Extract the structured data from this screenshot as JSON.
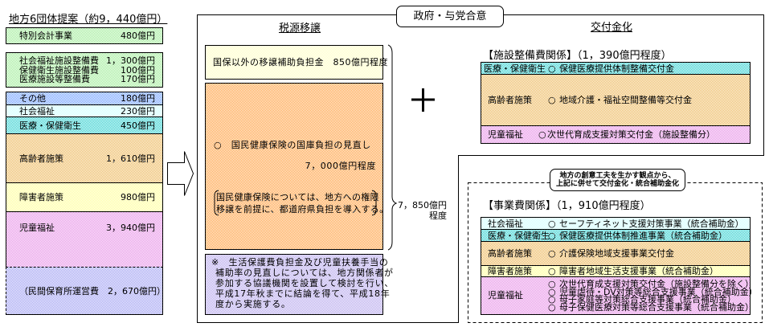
{
  "category_colors": {
    "special_account": "#99eb91",
    "other": "#6699ff",
    "social_welfare": "#ccffff",
    "medical_health": "#22cccc",
    "elderly": "#ebb351",
    "disabled": "#ffff91",
    "child_welfare": "#e589e5",
    "nursery": "#9999f1",
    "nhi_review": "#ff9933",
    "other_subsidies": "#ffffc1",
    "note": "#b1a1eb"
  },
  "left_panel": {
    "title": "地方6団体提案（約9，440億円）",
    "special_account": {
      "label": "特別会計事業",
      "value": "480億円"
    },
    "facility_costs": [
      {
        "label": "社会福祉施設整備費",
        "value": "1，300億円"
      },
      {
        "label": "保健衛生施設整備費",
        "value": "100億円"
      },
      {
        "label": "医療施設等整備費",
        "value": "170億円"
      }
    ],
    "categories": [
      {
        "label": "その他",
        "value": "180億円"
      },
      {
        "label": "社会福祉",
        "value": "230億円"
      },
      {
        "label": "医療・保健衛生",
        "value": "450億円"
      },
      {
        "label": "高齢者施策",
        "value": "1，610億円"
      },
      {
        "label": "障害者施策",
        "value": "980億円"
      },
      {
        "label": "児童福祉",
        "value": "3，940億円"
      }
    ],
    "nursery_note": "（民間保育所運営費　2，670億円）"
  },
  "agreement_label": "政府・与党合意",
  "tax_transfer": {
    "heading": "税源移譲",
    "other_subsidies": "国保以外の移譲補助負担金　850億円程度",
    "nhi_review": "○　国民健康保険の国庫負担の見直し",
    "nhi_amount": "7，000億円程度",
    "nhi_note_lines": [
      "国民健康保険については、地方への権限",
      "移譲を前提に、都道府県負担を導入する。"
    ],
    "total_amount": "7，850億円",
    "total_suffix": "程度",
    "welfare_note_lines": [
      "※　生活保護費負担金及び児童扶養手当の",
      "補助率の見直しについては、地方関係者が",
      "参加する協議機関を設置して検討を行い、",
      "平成17年秋までに結論を得て、平成18年",
      "度から実施する。"
    ]
  },
  "grants": {
    "heading": "交付金化",
    "facility_section": {
      "title": "【施設整備費関係】（1，390億円程度）",
      "rows": [
        {
          "category": "医療・保健衛生",
          "bullet": "○",
          "item": "保健医療提供体制整備交付金"
        },
        {
          "category": "高齢者施策",
          "bullet": "○",
          "item": "地域介護・福祉空間整備等交付金"
        },
        {
          "category": "児童福祉",
          "bullet": "○",
          "item": "次世代育成支援対策交付金（施設整備分）"
        }
      ]
    },
    "integration_note_lines": [
      "地方の創意工夫を生かす観点から、",
      "上記に併せて交付金化・統合補助金化"
    ],
    "project_section": {
      "title": "【事業費関係】（1，910億円程度）",
      "rows": [
        {
          "category": "社会福祉",
          "bullet": "○",
          "items": [
            "セーフティネット支援対策事業（統合補助金）"
          ]
        },
        {
          "category": "医療・保健衛生",
          "bullet": "○",
          "items": [
            "保健医療提供体制推進事業（統合補助金）"
          ]
        },
        {
          "category": "高齢者施策",
          "bullet": "○",
          "items": [
            "介護保険地域支援事業交付金"
          ]
        },
        {
          "category": "障害者施策",
          "bullet": "○",
          "items": [
            "障害者地域生活支援事業（統合補助金）"
          ]
        },
        {
          "category": "児童福祉",
          "bullet": "○",
          "items": [
            "次世代育成支援対策交付金（施設整備分を除く）",
            "児童虐待・DV対策等総合支援事業（統合補助金）",
            "母子家庭等対策総合支援事業（統合補助金）",
            "母子保健医療対策等総合支援事業（統合補助金）"
          ]
        }
      ]
    }
  }
}
